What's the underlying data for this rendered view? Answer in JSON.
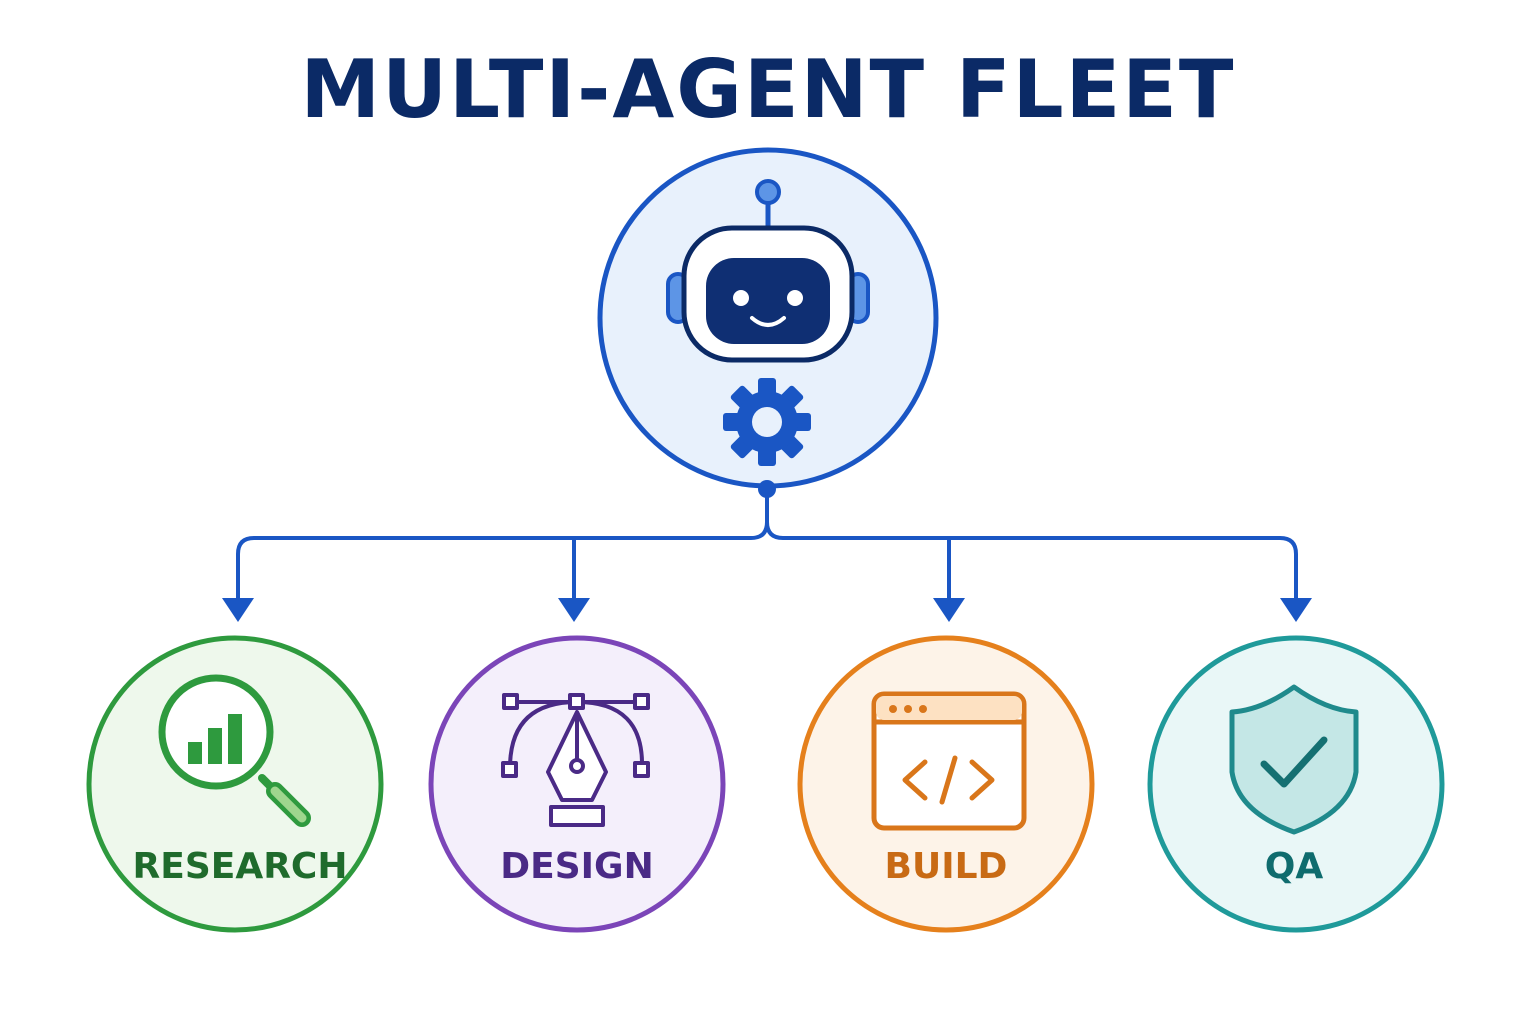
{
  "title": "MULTI-AGENT FLEET",
  "orchestrator": {
    "icons": [
      "robot-icon",
      "gear-icon"
    ],
    "accent_color": "#1a56c4",
    "fill_color": "#e8f1fc"
  },
  "agents": [
    {
      "label": "RESEARCH",
      "icon": "magnifier-chart-icon",
      "color": "#2e9a3e",
      "text_color": "#1f6b2c",
      "fill": "#eef8ec"
    },
    {
      "label": "DESIGN",
      "icon": "pen-tool-icon",
      "color": "#7b45b8",
      "text_color": "#4a2a86",
      "fill": "#f4effb"
    },
    {
      "label": "BUILD",
      "icon": "code-window-icon",
      "color": "#e5801c",
      "text_color": "#c86a14",
      "fill": "#fdf3e8"
    },
    {
      "label": "QA",
      "icon": "shield-check-icon",
      "color": "#1f9a9a",
      "text_color": "#0f6c6e",
      "fill": "#e9f7f7"
    }
  ]
}
